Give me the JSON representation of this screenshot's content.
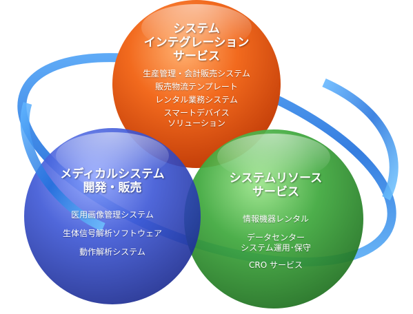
{
  "colors": {
    "orange": "#f26a1e",
    "blue": "#3d57d6",
    "green": "#3ea83c",
    "ring": "#2a7ee0"
  },
  "circles": {
    "integration": {
      "title": [
        "システム",
        "インテグレーション",
        "サービス"
      ],
      "items": [
        "生産管理・会計販売システム",
        "販売物流テンプレート",
        "レンタル業務システム",
        "スマートデバイス",
        "ソリューション"
      ]
    },
    "medical": {
      "title": [
        "メディカルシステム",
        "開発・販売"
      ],
      "items": [
        "医用画像管理システム",
        "生体信号解析ソフトウェア",
        "動作解析システム"
      ]
    },
    "resource": {
      "title": [
        "システムリソース",
        "サービス"
      ],
      "items": [
        "情報機器レンタル",
        "データセンター",
        "システム運用･保守",
        "CRO サービス"
      ]
    }
  }
}
